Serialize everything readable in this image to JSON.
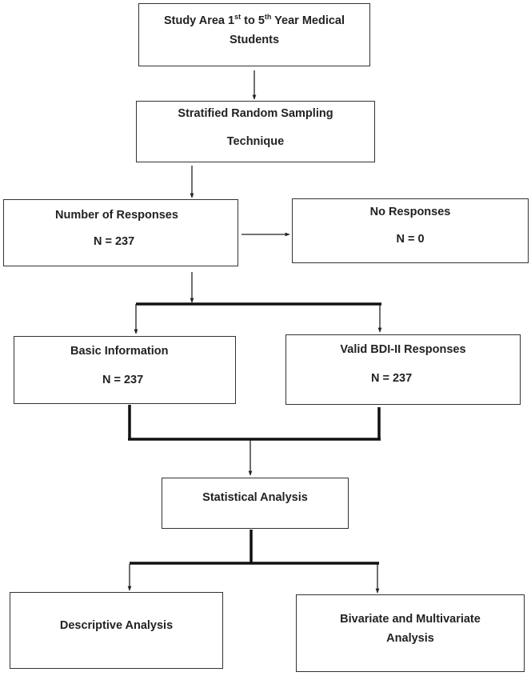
{
  "nodes": {
    "study_area": {
      "line1_a": "Study Area 1",
      "line1_sup1": "st",
      "line1_b": " to 5",
      "line1_sup2": "th",
      "line1_c": " Year Medical",
      "line2": "Students"
    },
    "sampling": {
      "line1": "Stratified Random Sampling",
      "line2": "Technique"
    },
    "responses": {
      "line1": "Number of Responses",
      "line2": "N = 237"
    },
    "no_responses": {
      "line1": "No Responses",
      "line2": "N = 0"
    },
    "basic_info": {
      "line1": "Basic Information",
      "line2": "N = 237"
    },
    "valid_bdi": {
      "line1": "Valid BDI-II Responses",
      "line2": "N = 237"
    },
    "statistical": {
      "line1": "Statistical Analysis"
    },
    "descriptive": {
      "line1": "Descriptive Analysis"
    },
    "bivariate": {
      "line1": "Bivariate and Multivariate",
      "line2": "Analysis"
    }
  }
}
